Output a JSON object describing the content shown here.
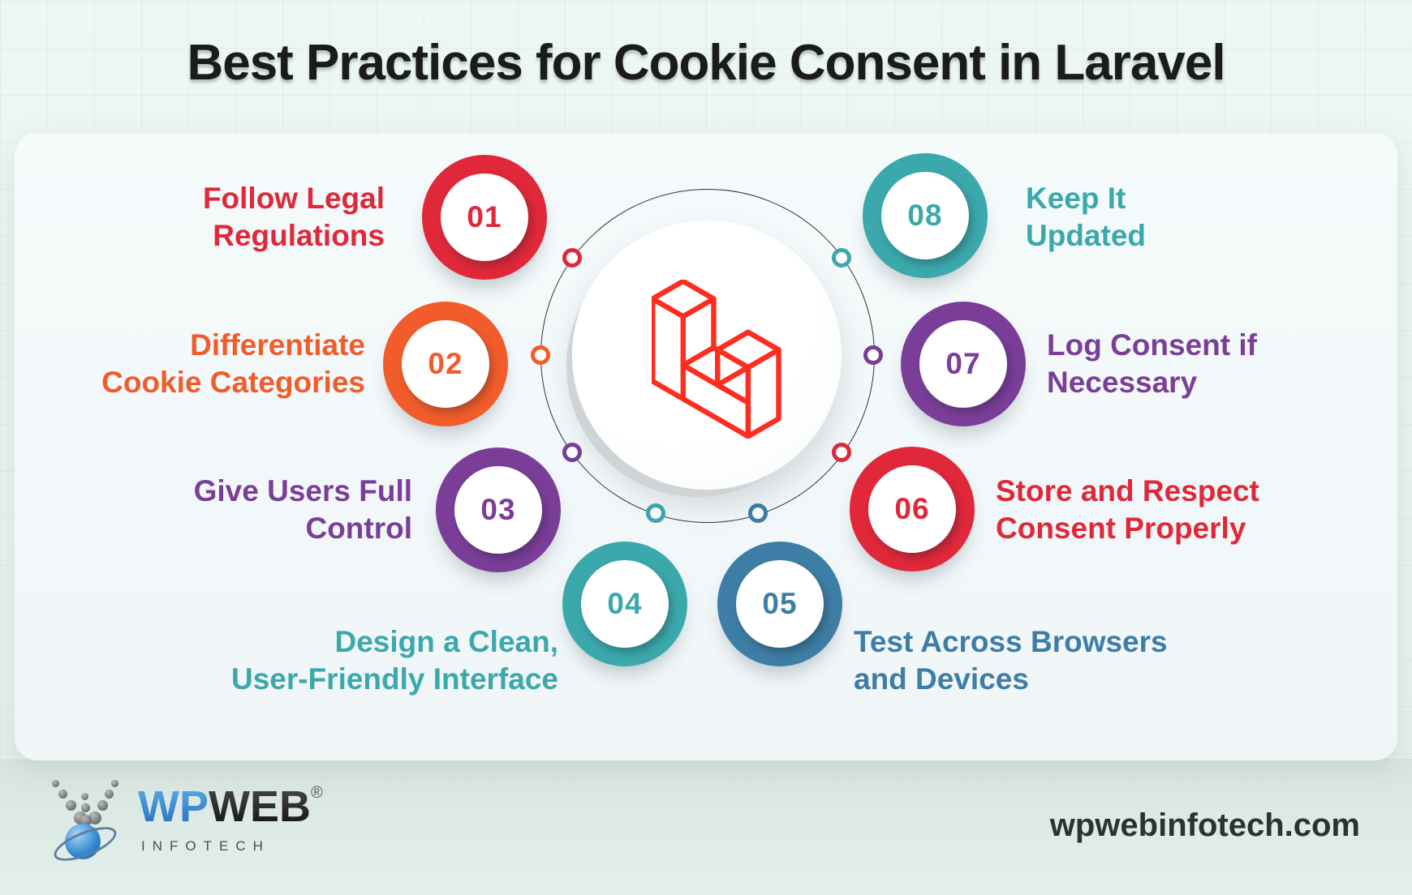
{
  "title": "Best Practices for Cookie Consent in Laravel",
  "steps": [
    {
      "num": "01",
      "label": "Follow Legal\nRegulations",
      "color": "#e0283a"
    },
    {
      "num": "02",
      "label": "Differentiate\nCookie Categories",
      "color": "#f15c2a"
    },
    {
      "num": "03",
      "label": "Give Users Full\nControl",
      "color": "#7b3e98"
    },
    {
      "num": "04",
      "label": "Design a Clean,\nUser-Friendly Interface",
      "color": "#3ba8ab"
    },
    {
      "num": "05",
      "label": "Test Across Browsers\nand Devices",
      "color": "#3e7da5"
    },
    {
      "num": "06",
      "label": "Store and Respect\nConsent Properly",
      "color": "#e0283a"
    },
    {
      "num": "07",
      "label": "Log Consent if\nNecessary",
      "color": "#7b3e98"
    },
    {
      "num": "08",
      "label": "Keep It\nUpdated",
      "color": "#3ba8ab"
    }
  ],
  "center": {
    "logo": "laravel-logomark",
    "logo_color": "#ff2d20"
  },
  "footer": {
    "brand_wp": "WP",
    "brand_web": "WEB",
    "brand_reg": "®",
    "brand_sub": "INFOTECH",
    "website": "wpwebinfotech.com"
  }
}
